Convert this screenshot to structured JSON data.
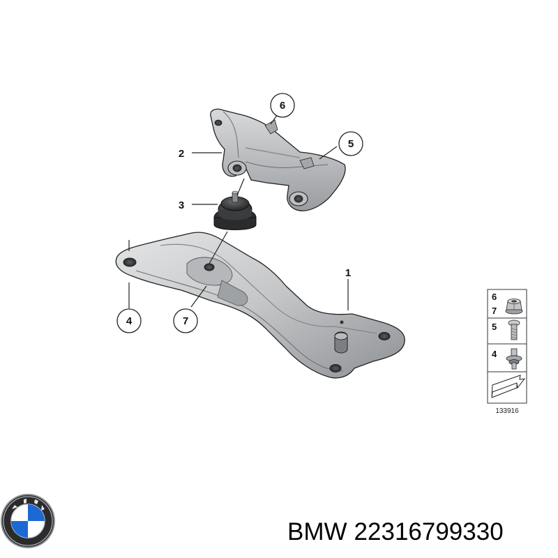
{
  "callouts": {
    "c1": "1",
    "c2": "2",
    "c3": "3",
    "c4": "4",
    "c5": "5",
    "c6": "6",
    "c7": "7"
  },
  "legend": {
    "rows": [
      "6",
      "7",
      "5",
      "4"
    ],
    "ref_code": "133916"
  },
  "caption": {
    "brand": "BMW",
    "part_number": "22316799330"
  },
  "colors": {
    "part_fill": "#c9cbcd",
    "part_shade": "#8e9194",
    "outline": "#222222",
    "logo_blue": "#1c69d4"
  },
  "icons": {
    "logo": "bmw-roundel-icon",
    "hex_nut": "hex-flange-nut-icon",
    "bolt": "bolt-icon",
    "washer_screw": "washer-screw-icon",
    "direction": "forward-arrow-icon"
  }
}
